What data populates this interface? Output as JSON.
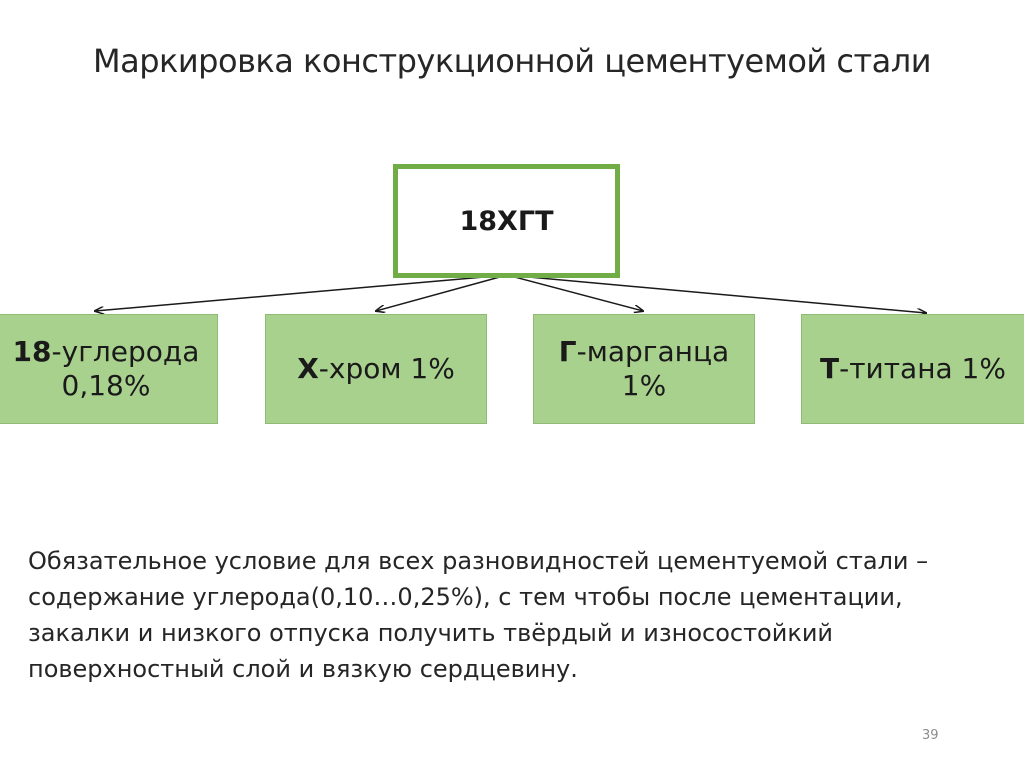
{
  "slide": {
    "title": "Маркировка конструкционной цементуемой  стали",
    "root": "18ХГТ",
    "children": [
      {
        "bold": "18",
        "rest": "-углерода",
        "line2": "0,18%"
      },
      {
        "bold": "Х",
        "rest": "-хром 1%",
        "line2": ""
      },
      {
        "bold": "Г",
        "rest": "-марганца",
        "line2": "1%"
      },
      {
        "bold": "Т",
        "rest": "-титана 1%",
        "line2": ""
      }
    ],
    "note": "Обязательное условие для всех разновидностей цементуемой стали – содержание углерода(0,10…0,25%), с тем чтобы после цементации, закалки и низкого отпуска получить твёрдый и износостойкий поверхностный слой и вязкую сердцевину.",
    "page_number": "39"
  },
  "colors": {
    "accent_border": "#70ad47",
    "child_fill": "#a9d18e",
    "arrow": "#1a1a1a"
  }
}
